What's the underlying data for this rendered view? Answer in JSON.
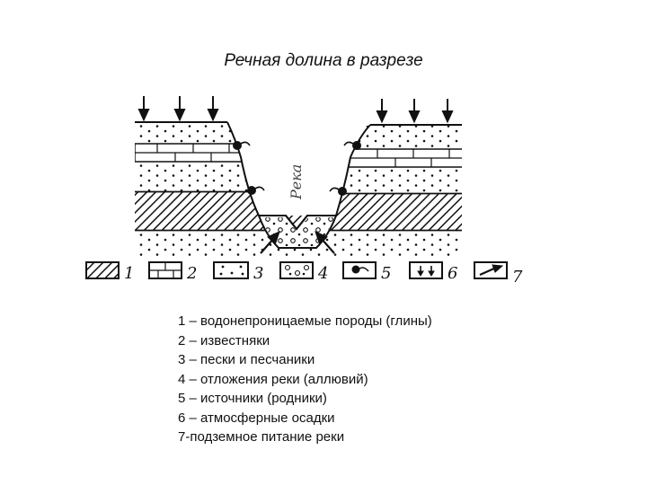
{
  "title": "Речная долина в разрезе",
  "river_label": "Река",
  "legend_numbers": [
    "1",
    "2",
    "3",
    "4",
    "5",
    "6",
    "7"
  ],
  "legend_items": [
    "1 – водонепроницаемые породы (глины)",
    "2 – известняки",
    "3 – пески и песчаники",
    "4 – отложения реки (аллювий)",
    "5 – источники (родники)",
    "6 – атмосферные осадки",
    "7-подземное питание реки"
  ],
  "icons": [
    "clay-hatch-icon",
    "limestone-brick-icon",
    "sand-dots-icon",
    "alluvium-circles-icon",
    "spring-icon",
    "precipitation-icon",
    "groundwater-arrow-icon"
  ]
}
